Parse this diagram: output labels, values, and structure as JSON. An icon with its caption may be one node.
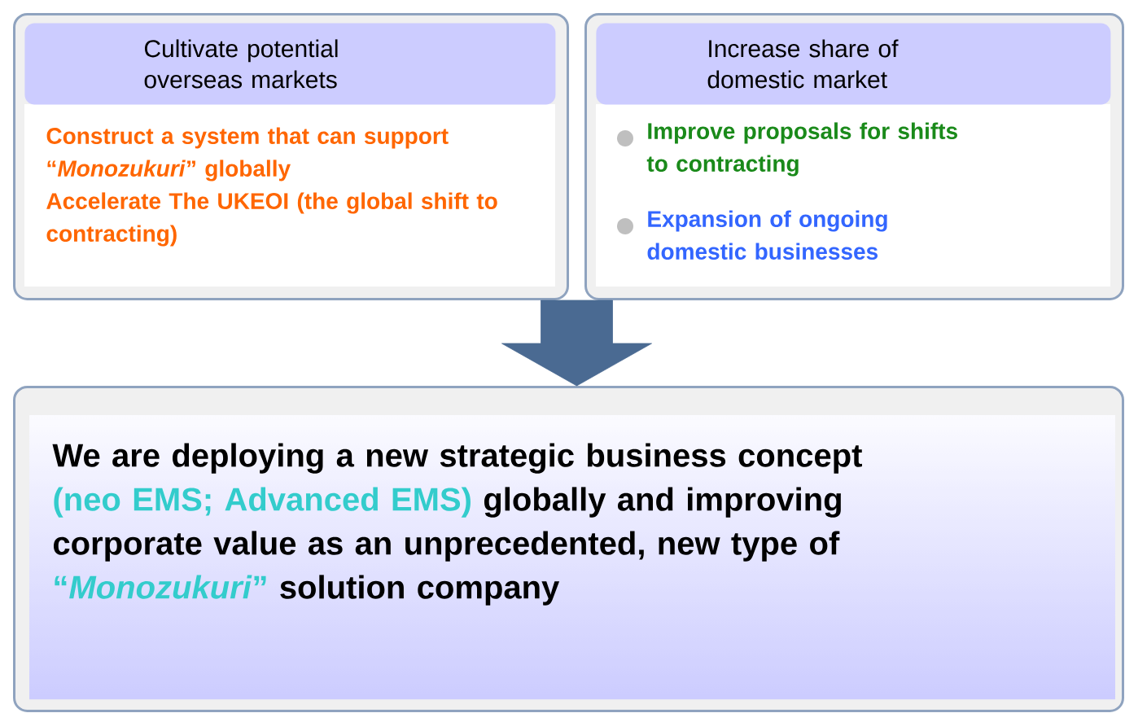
{
  "diagram": {
    "nodes": [
      {
        "text": [
          "Cultivate potential overseas markets",
          "Construct a system that can support “*Monozukuri*” globally",
          "Accelerate The UKEOI (the global shift to contracting)"
        ]
      },
      {
        "text": [
          "Increase share of domestic market",
          "Improve proposals for shifts to contracting",
          "Expansion of ongoing domestic businesses"
        ]
      },
      {
        "text": [
          "We are deploying a new strategic business concept",
          "(neo EMS; Advanced EMS)",
          "globally and improving corporate value as an unprecedented, new type of",
          "“*Monozukuri*”",
          "solution company"
        ]
      }
    ],
    "edges": [
      {
        "from": 0,
        "to": 2,
        "arrow": "to",
        "style": "thick"
      },
      {
        "from": 1,
        "to": 2,
        "arrow": "to",
        "style": "thick"
      }
    ]
  }
}
